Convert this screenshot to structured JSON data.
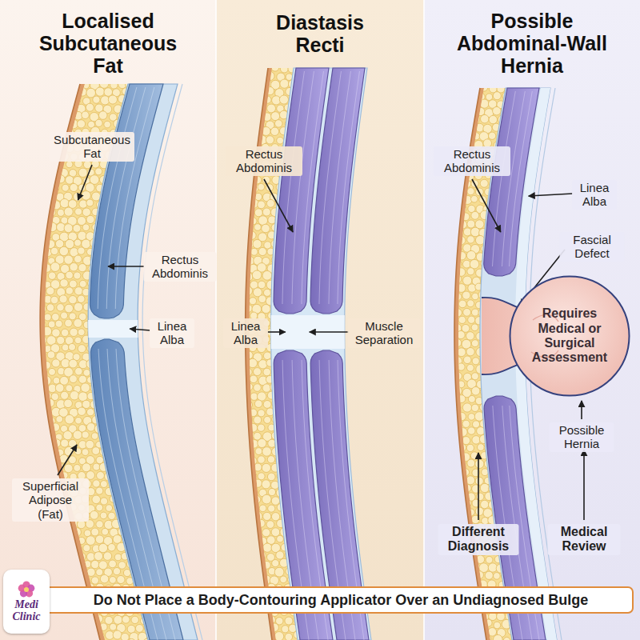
{
  "diagram": {
    "nodes": [
      {
        "text": [
          "Localised Subcutaneous Fat"
        ]
      },
      {
        "text": [
          "Diastasis Recti"
        ]
      },
      {
        "text": [
          "Possible Abdominal-Wall Hernia"
        ]
      },
      {
        "text": [
          "Requires Medical or Surgical Assessment"
        ],
        "in": 2
      },
      {
        "text": [
          "Do Not Place a Body-Contouring Applicator Over an Undiagnosed Bulge"
        ]
      },
      {
        "text": [
          "Medi Clinic"
        ]
      }
    ],
    "labels": [
      "Subcutaneous Fat",
      "Rectus Abdominis",
      "Linea Alba",
      "Superficial Adipose (Fat)",
      "Rectus Abdominis",
      "Linea Alba",
      "Muscle Separation",
      "Rectus Abdominis",
      "Linea Alba",
      "Fascial Defect",
      "Possible Hernia",
      "Different Diagnosis",
      "Medical Review"
    ]
  }
}
